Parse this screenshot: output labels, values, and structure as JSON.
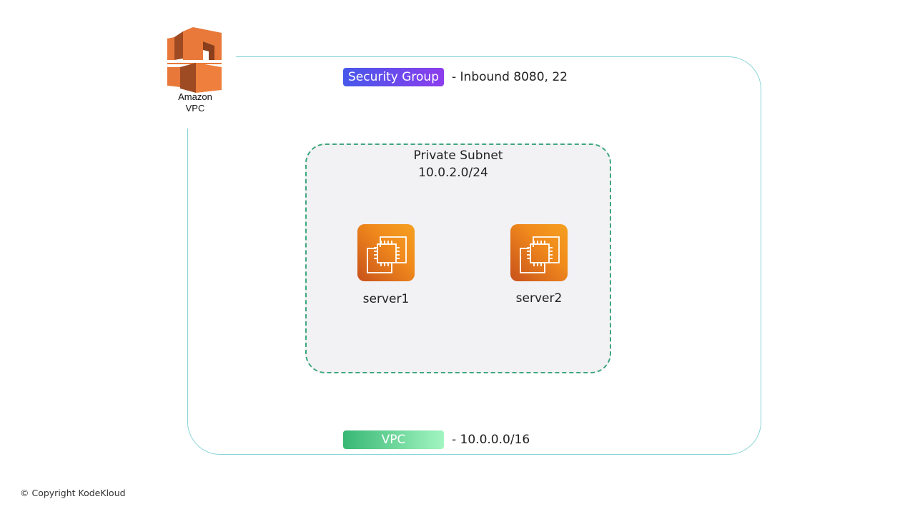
{
  "vpc_icon": {
    "label_line1": "Amazon",
    "label_line2": "VPC",
    "icon": "amazon-vpc-icon"
  },
  "security_group": {
    "badge": "Security Group",
    "note": "- Inbound 8080, 22",
    "color_start": "#4658ea",
    "color_end": "#8c3ded"
  },
  "vpc": {
    "badge": "VPC",
    "note": "- 10.0.0.0/16",
    "border_color": "#86d4d8"
  },
  "subnet": {
    "name": "Private Subnet",
    "cidr": "10.0.2.0/24",
    "border_color": "#3ea77c"
  },
  "servers": [
    {
      "label": "server1",
      "icon": "ec2-instance-icon"
    },
    {
      "label": "server2",
      "icon": "ec2-instance-icon"
    }
  ],
  "footer": {
    "copyright": "© Copyright KodeKloud"
  }
}
